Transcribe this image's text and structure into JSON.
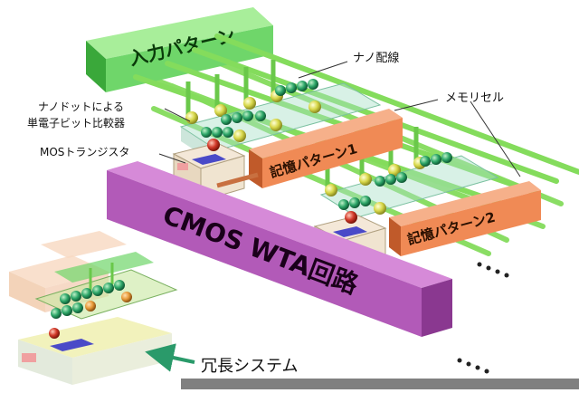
{
  "labels": {
    "input_pattern": "入力パターン",
    "nano_wire": "ナノ配線",
    "memory_cell": "メモリセル",
    "nanodot_line1": "ナノドットによる",
    "nanodot_line2": "単電子ビット比較器",
    "mos_transistor": "MOSトランジスタ",
    "memory_pattern_1": "記憶パターン1",
    "memory_pattern_2": "記憶パターン2",
    "cmos_wta": "CMOS WTA回路",
    "redundant_system": "冗長システム"
  },
  "colors": {
    "input_bar": "#6fd66a",
    "input_bar_top": "#a8ee9a",
    "wire": "#7fdc5a",
    "memory_bar": "#f08a55",
    "memory_bar_top": "#f6b08a",
    "cmos_bar": "#b25ab8",
    "cmos_bar_top": "#d68ad8",
    "dot_green": "#2fa86a",
    "dot_yellow": "#d8d84a",
    "dot_red": "#d23a2a",
    "gate_blue": "#4a4ac8",
    "arrow": "#2a9a6a"
  }
}
